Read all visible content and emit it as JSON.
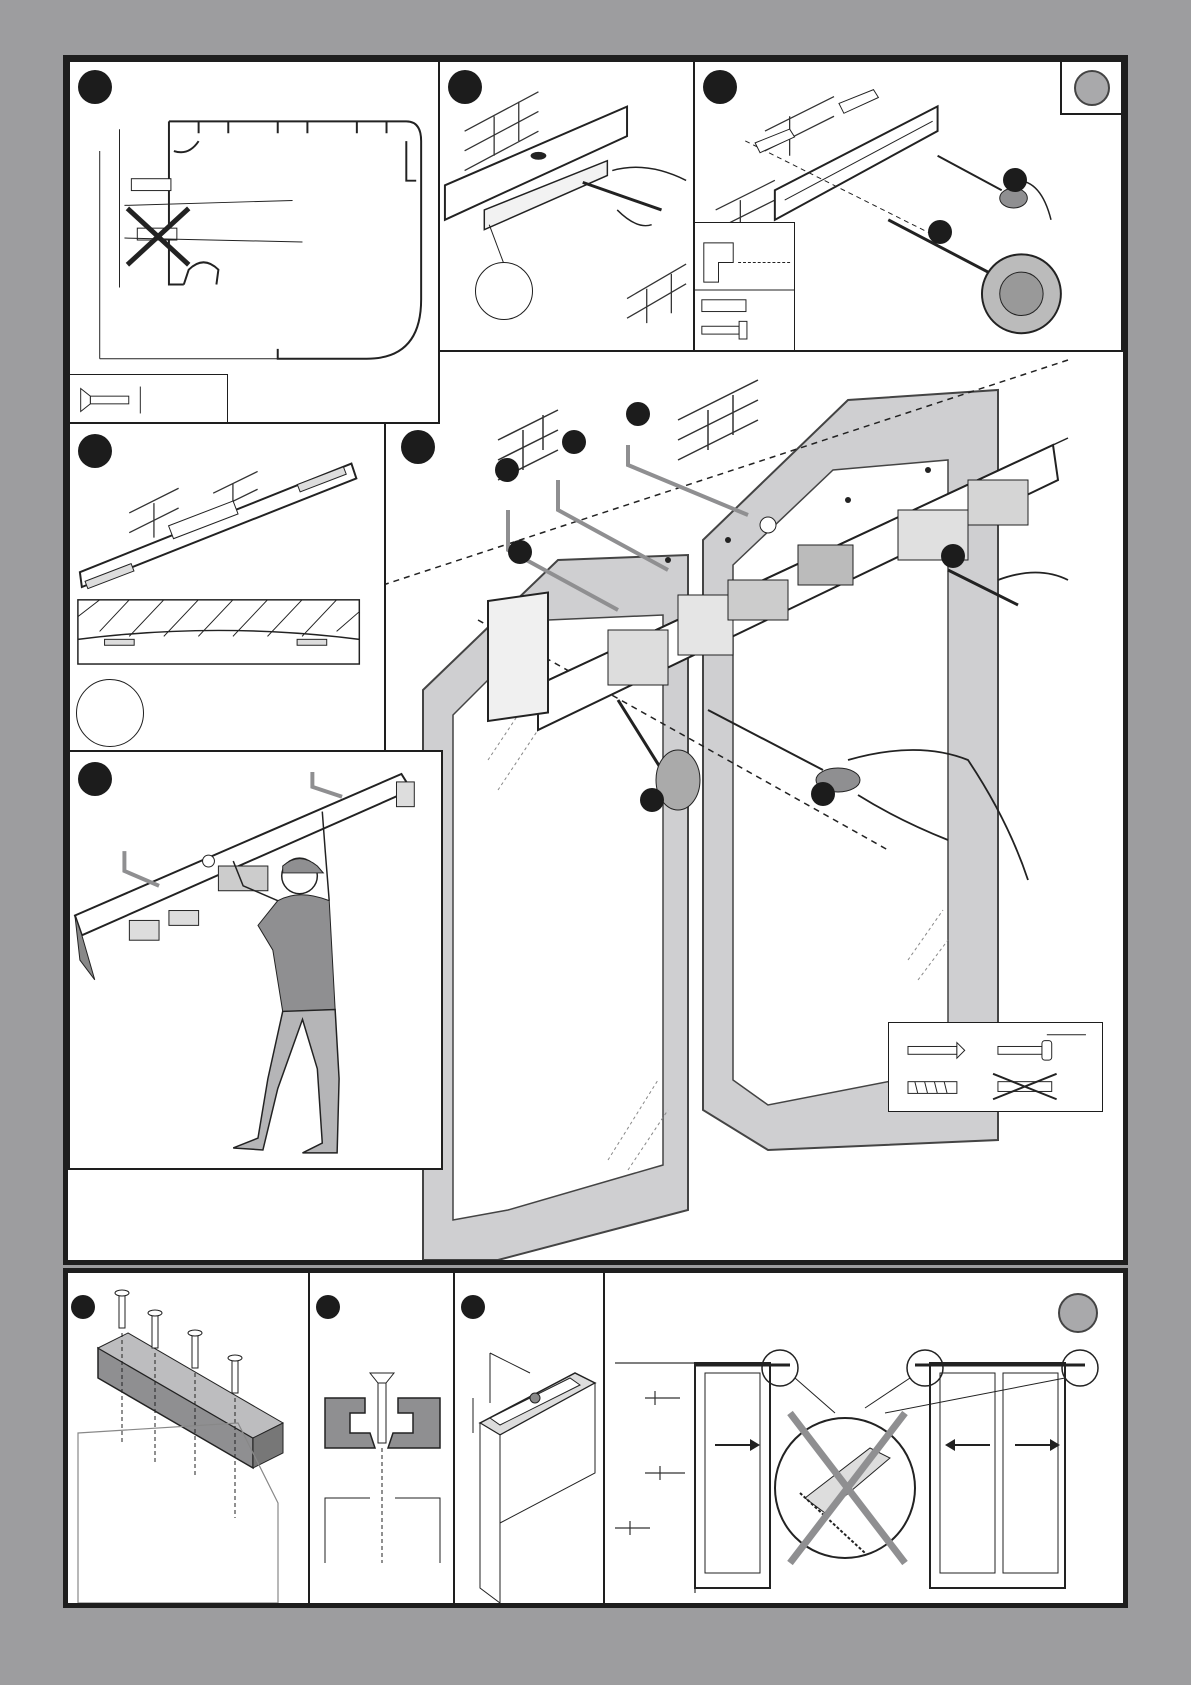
{
  "document": {
    "type": "assembly-instructions",
    "has_text": false
  },
  "colors": {
    "page_background": "#9d9d9f",
    "frame_border": "#1e1e1e",
    "step_marker": "#1c1c1c",
    "reference_marker": "#a9a9ab",
    "part_gray": "#8f8f91",
    "frame_gray": "#cfcfd1"
  },
  "sections": {
    "upper": {
      "steps": [
        {
          "id": "profile-cross-section",
          "icons": [
            "rail-profile-icon",
            "crossed-out-anchor-icon",
            "countersunk-screw-icon"
          ]
        },
        {
          "id": "level-and-mark",
          "icons": [
            "wall-bricks-icon",
            "spirit-level-icon",
            "pencil-hand-icon",
            "detail-callout-icon"
          ]
        },
        {
          "id": "drill-and-plug",
          "icons": [
            "wall-bricks-icon",
            "wall-plug-icon",
            "screwdriver-hand-icon",
            "power-drill-icon",
            "reference-marker-icon"
          ]
        },
        {
          "id": "align-rail",
          "icons": [
            "wall-bricks-icon",
            "rail-icon",
            "ceiling-hatch-icon",
            "magnifier-callout-icon"
          ]
        },
        {
          "id": "mount-operator",
          "icons": [
            "door-frame-icon",
            "operator-unit-icon",
            "power-drill-icon",
            "screwdriver-hand-icon",
            "pencil-hand-icon"
          ]
        },
        {
          "id": "lift-into-place",
          "icons": [
            "installer-person-icon",
            "operator-unit-icon",
            "insert-arrow-icon"
          ]
        }
      ],
      "fastener_legend": [
        "countersunk-screw-icon",
        "pan-head-screw-icon",
        "wall-plug-icon",
        "crossed-out-screw-icon"
      ]
    },
    "lower": {
      "steps": [
        {
          "id": "track-screws",
          "icons": [
            "track-profile-icon",
            "countersunk-screw-icon"
          ]
        },
        {
          "id": "track-section",
          "icons": [
            "profile-section-icon",
            "screw-icon"
          ]
        },
        {
          "id": "track-on-door",
          "icons": [
            "track-on-door-icon",
            "dimension-icon"
          ]
        },
        {
          "id": "door-direction",
          "icons": [
            "wall-bricks-icon",
            "door-leaf-icon",
            "arrow-right-icon",
            "arrow-left-icon",
            "crossed-out-detail-icon",
            "reference-marker-icon"
          ]
        }
      ]
    }
  }
}
